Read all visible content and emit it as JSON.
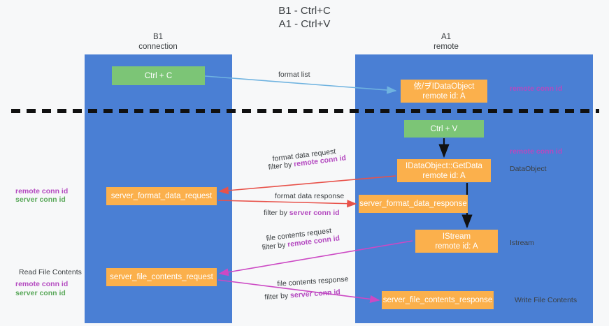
{
  "title": {
    "line1": "B1 - Ctrl+C",
    "line2": "A1 - Ctrl+V"
  },
  "lanes": [
    {
      "id": "b1",
      "name": "B1",
      "subtitle": "connection"
    },
    {
      "id": "a1",
      "name": "A1",
      "subtitle": "remote"
    }
  ],
  "nodes": {
    "ctrl_c": {
      "label": "Ctrl + C",
      "color": "#7cc576"
    },
    "idataobject": {
      "line1": "依/ヺIDataObject",
      "line2": "remote id: A",
      "color": "#fbb04c"
    },
    "ctrl_v": {
      "label": "Ctrl + V",
      "color": "#7cc576"
    },
    "getdata": {
      "line1": "IDataObject::GetData",
      "line2": "remote id: A",
      "color": "#fbb04c"
    },
    "server_format_data_request": {
      "label": "server_format_data_request",
      "color": "#fbb04c"
    },
    "server_format_data_response": {
      "label": "server_format_data_response",
      "color": "#fbb04c"
    },
    "istream": {
      "line1": "IStream",
      "line2": "remote id: A",
      "color": "#fbb04c"
    },
    "server_file_contents_request": {
      "label": "server_file_contents_request",
      "color": "#fbb04c"
    },
    "server_file_contents_response": {
      "label": "server_file_contents_response",
      "color": "#fbb04c"
    }
  },
  "edge_labels": {
    "format_list": "format list",
    "format_data_request": "format data request",
    "filter_by_remote_conn_id_1": {
      "prefix": "filter by ",
      "highlight": "remote conn id"
    },
    "format_data_response": "format data response",
    "filter_by_server_conn_id_1": {
      "prefix": "filter by ",
      "highlight": "server conn id"
    },
    "file_contents_request": "file contents request",
    "filter_by_remote_conn_id_2": {
      "prefix": "filter by ",
      "highlight": "remote conn id"
    },
    "file_contents_response": "file contents response",
    "filter_by_server_conn_id_2": {
      "prefix": "filter by ",
      "highlight": "server conn id"
    }
  },
  "side_labels": {
    "remote_conn_id_top": "remote conn id",
    "remote_conn_id_mid": "remote conn id",
    "dataobject": "DataObject",
    "istream": "Istream",
    "write_file_contents": "Write File Contents",
    "read_file_contents": "Read File Contents",
    "left_group_1": {
      "remote": "remote conn id",
      "server": "server conn id"
    },
    "left_group_2": {
      "remote": "remote conn id",
      "server": "server conn id"
    }
  },
  "colors": {
    "lane": "#4a7fd4",
    "green_node": "#7cc576",
    "orange_node": "#fbb04c",
    "purple_text": "#b44ac0",
    "green_text": "#5aa85a",
    "red_arrow": "#e8524a",
    "blue_arrow": "#6fb3e0",
    "magenta_arrow": "#cc49c4",
    "black_arrow": "#111111",
    "background": "#f7f8f9"
  }
}
